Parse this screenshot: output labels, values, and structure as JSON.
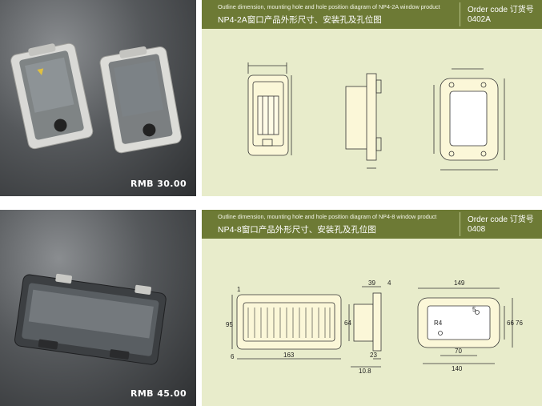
{
  "products": [
    {
      "price": "RMB  30.00",
      "header_en": "Outline dimension, mounting hole and hole position diagram of NP4-2A window product",
      "header_cn": "NP4-2A窗口产品外形尺寸、安装孔及孔位图",
      "order_code_label": "Order code 订货号",
      "order_code": "0402A"
    },
    {
      "price": "RMB  45.00",
      "header_en": "Outline dimension, mounting hole and hole position diagram of NP4-8 window product",
      "header_cn": "NP4-8窗口产品外形尺寸、安装孔及孔位图",
      "order_code_label": "Order code 订货号",
      "order_code": "0408",
      "dimensions": {
        "top_width": "149",
        "hole_diameter": "5",
        "height_outer": "76",
        "height_inner": "66",
        "hole_spacing": "70",
        "bottom_width": "140",
        "radius": "R4",
        "front_height": "95",
        "front_width": "163",
        "left_offset": "1",
        "bottom_offset": "6",
        "side_width": "39",
        "side_lip": "4",
        "side_height": "64",
        "side_depth": "23",
        "side_base": "10.8"
      }
    }
  ]
}
